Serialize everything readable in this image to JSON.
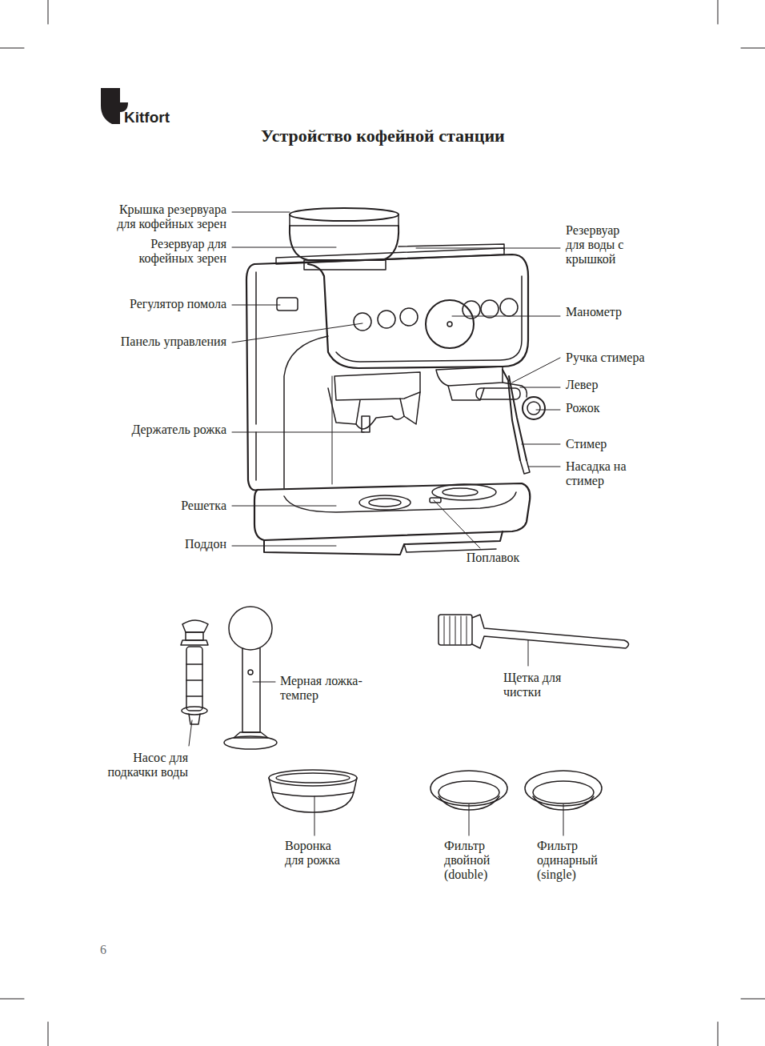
{
  "diagram": {
    "title": "Устройство кофейной станции",
    "labels": [
      "Kitfort",
      "Крышка резервуара для кофейных зерен",
      "Резервуар для кофейных зерен",
      "Регулятор помола",
      "Панель управления",
      "Держатель рожка",
      "Решетка",
      "Поддон",
      "Резервуар для воды с крышкой",
      "Манометр",
      "Ручка стимера",
      "Левер",
      "Рожок",
      "Стимер",
      "Насадка на стимер",
      "Поплавок",
      "Насос для подкачки воды",
      "Мерная ложка-темпер",
      "Щетка для чистки",
      "Воронка для рожка",
      "Фильтр двойной (double)",
      "Фильтр одинарный (single)",
      "6"
    ]
  }
}
